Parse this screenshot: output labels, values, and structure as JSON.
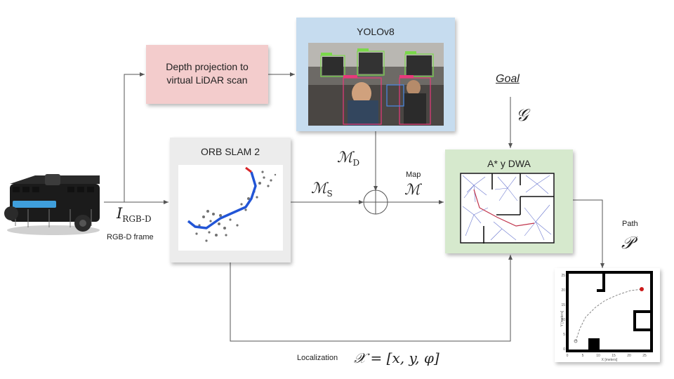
{
  "blocks": {
    "depth": "Depth projection to virtual LiDAR scan",
    "depth_line1": "Depth projection to",
    "depth_line2": "virtual LiDAR scan",
    "yolo": "YOLOv8",
    "orb": "ORB SLAM 2",
    "astar": "A* y DWA"
  },
  "labels": {
    "goal": "Goal",
    "map": "Map",
    "path": "Path",
    "rgbd_frame": "RGB-D frame",
    "localization": "Localization"
  },
  "math": {
    "goal_symbol": "𝒢",
    "md_main": "ℳ",
    "md_sub": "D",
    "ms_main": "ℳ",
    "ms_sub": "S",
    "m": "ℳ",
    "path_symbol": "𝒫",
    "rgbd_main": "I",
    "rgbd_sub": "RGB-D",
    "localization_eq": "𝒳 = [x, y, φ]"
  },
  "path_map": {
    "ylabel": "Y [meters]",
    "xlabel": "X [meters]",
    "xticks": [
      "0",
      "5",
      "10",
      "15",
      "20",
      "25"
    ],
    "yticks": [
      "0",
      "5",
      "10",
      "15",
      "20",
      "25"
    ]
  },
  "colors": {
    "depth_block": "#f3cccc",
    "yolo_block": "#c6dcef",
    "orb_block": "#ececec",
    "astar_block": "#d6e9cd",
    "arrow": "#555555"
  }
}
